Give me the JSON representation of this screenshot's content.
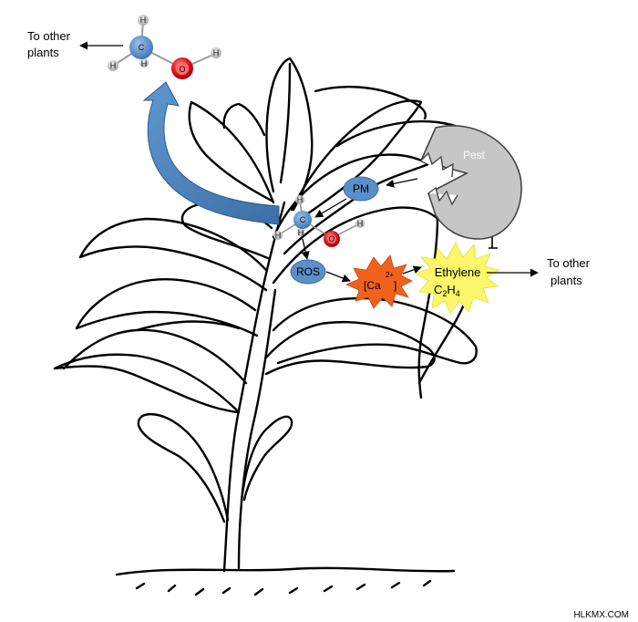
{
  "molecule_top": {
    "carbon": "C",
    "oxygen": "O",
    "h_left": "H",
    "h_top": "H",
    "h_bottom": "H",
    "h_oxygen": "H"
  },
  "molecule_leaf": {
    "carbon": "C",
    "oxygen": "O",
    "h_left": "H",
    "h_top": "H",
    "h_bottom": "H",
    "h_oxygen": "H"
  },
  "labels": {
    "to_other_plants_top_line1": "To other",
    "to_other_plants_top_line2": "plants",
    "to_other_plants_right_line1": "To other",
    "to_other_plants_right_line2": "plants",
    "pest": "Pest",
    "pm": "PM",
    "ros": "ROS",
    "calcium_main": "[Ca",
    "calcium_sup": "2+",
    "calcium_close": "]",
    "ethylene": "Ethylene",
    "formula_c": "C",
    "formula_c_sub": "2",
    "formula_h": "H",
    "formula_h_sub": "4",
    "watermark": "HLKMX.COM"
  },
  "colors": {
    "carbon": "#5b8fc7",
    "oxygen": "#e0101a",
    "hydrogen": "#c8c8c8",
    "pm_ros": "#5b8fc7",
    "curved_arrow": "#4f86bd",
    "pest": "#c6c6c6",
    "calcium_burst": "#f0621c",
    "ethylene_burst": "#fbf66a"
  }
}
